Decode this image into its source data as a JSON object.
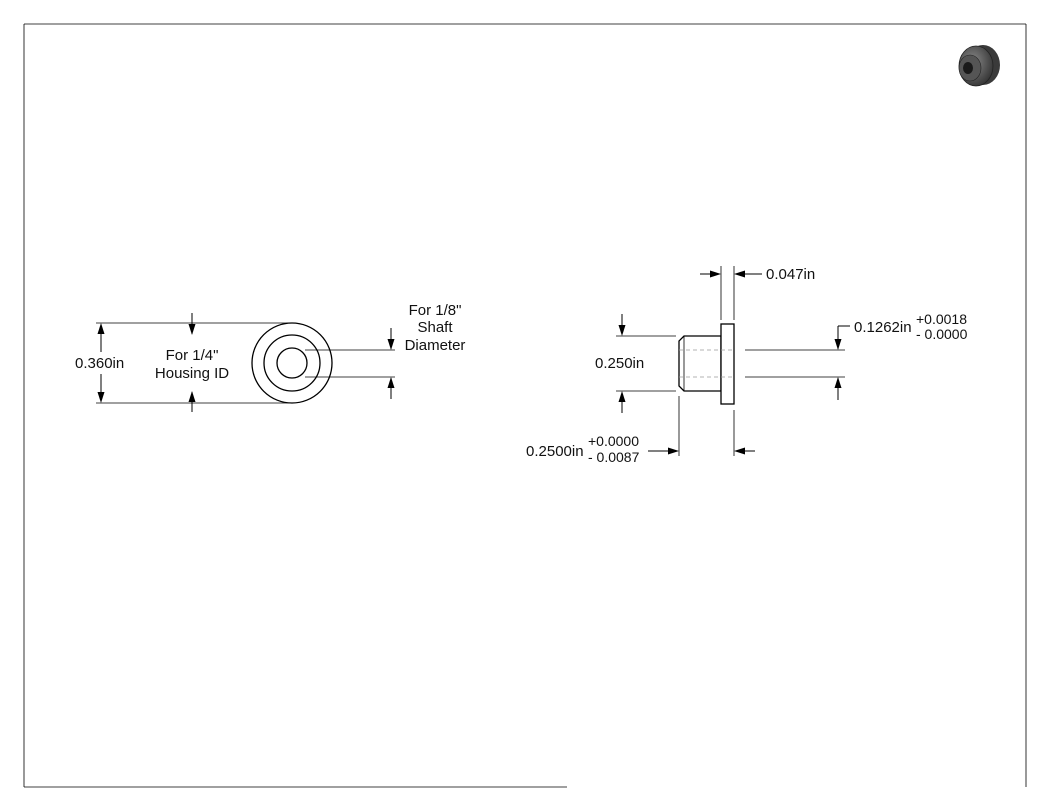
{
  "drawing": {
    "front_view": {
      "outer_diameter": "0.360in",
      "housing_note_line1": "For 1/4\"",
      "housing_note_line2": "Housing ID",
      "shaft_note_line1": "For 1/8\"",
      "shaft_note_line2": "Shaft",
      "shaft_note_line3": "Diameter"
    },
    "side_view": {
      "flange_thickness": "0.047in",
      "body_diameter": "0.250in",
      "bore_diameter": "0.1262in",
      "bore_tol_plus": "+0.0018",
      "bore_tol_minus": "- 0.0000",
      "length": "0.2500in",
      "length_tol_plus": "+0.0000",
      "length_tol_minus": "- 0.0087"
    },
    "thumbnail_icon": "flanged-bushing-3d-icon"
  }
}
